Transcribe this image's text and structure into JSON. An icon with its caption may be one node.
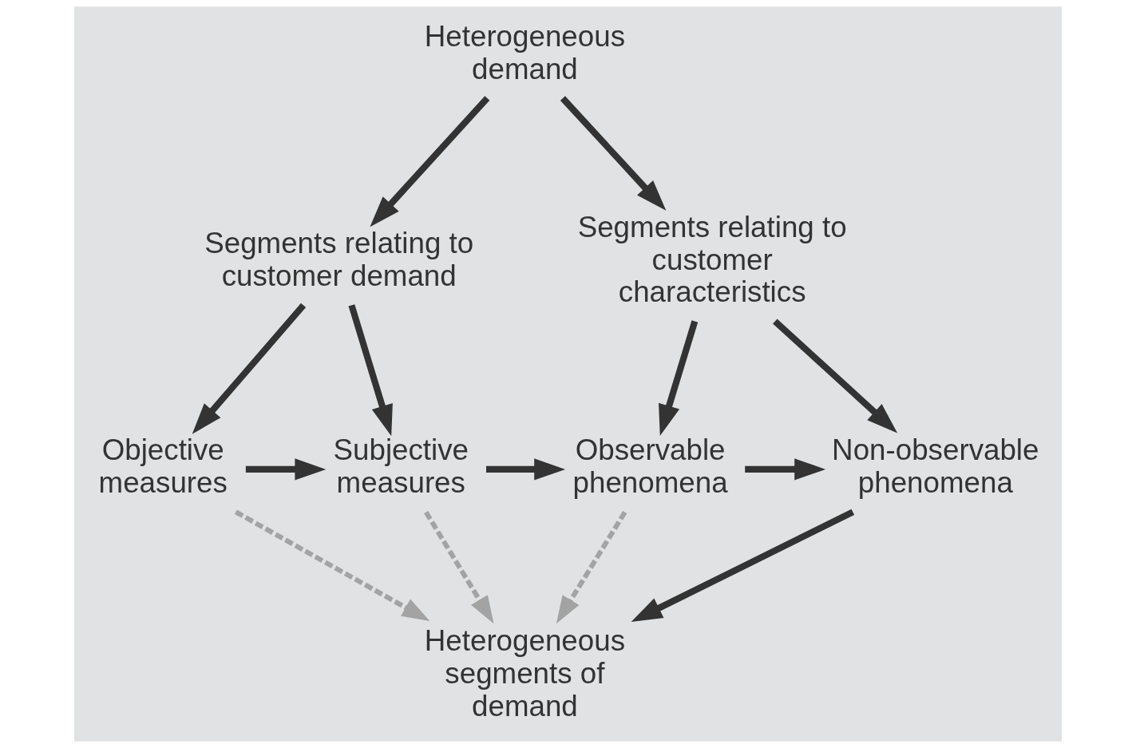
{
  "diagram": {
    "nodes": [
      {
        "text": [
          "Heterogeneous demand"
        ]
      },
      {
        "text": [
          "Segments relating to customer demand"
        ]
      },
      {
        "text": [
          "Segments relating to customer characteristics"
        ]
      },
      {
        "text": [
          "Objective measures"
        ]
      },
      {
        "text": [
          "Subjective measures"
        ]
      },
      {
        "text": [
          "Observable phenomena"
        ]
      },
      {
        "text": [
          "Non-observable phenomena"
        ]
      },
      {
        "text": [
          "Heterogeneous segments of demand"
        ]
      }
    ],
    "edges": [
      {
        "from": 0,
        "to": 1,
        "arrow": "to"
      },
      {
        "from": 0,
        "to": 2,
        "arrow": "to"
      },
      {
        "from": 1,
        "to": 3,
        "arrow": "to"
      },
      {
        "from": 1,
        "to": 4,
        "arrow": "to"
      },
      {
        "from": 2,
        "to": 5,
        "arrow": "to"
      },
      {
        "from": 2,
        "to": 6,
        "arrow": "to"
      },
      {
        "from": 3,
        "to": 4,
        "arrow": "to"
      },
      {
        "from": 4,
        "to": 5,
        "arrow": "to"
      },
      {
        "from": 5,
        "to": 6,
        "arrow": "to"
      },
      {
        "from": 3,
        "to": 7,
        "arrow": "to",
        "style": "dashed",
        "color": "#a3a3a3"
      },
      {
        "from": 4,
        "to": 7,
        "arrow": "to",
        "style": "dashed",
        "color": "#a3a3a3"
      },
      {
        "from": 5,
        "to": 7,
        "arrow": "to",
        "style": "dashed",
        "color": "#a3a3a3"
      },
      {
        "from": 6,
        "to": 7,
        "arrow": "to"
      }
    ]
  }
}
